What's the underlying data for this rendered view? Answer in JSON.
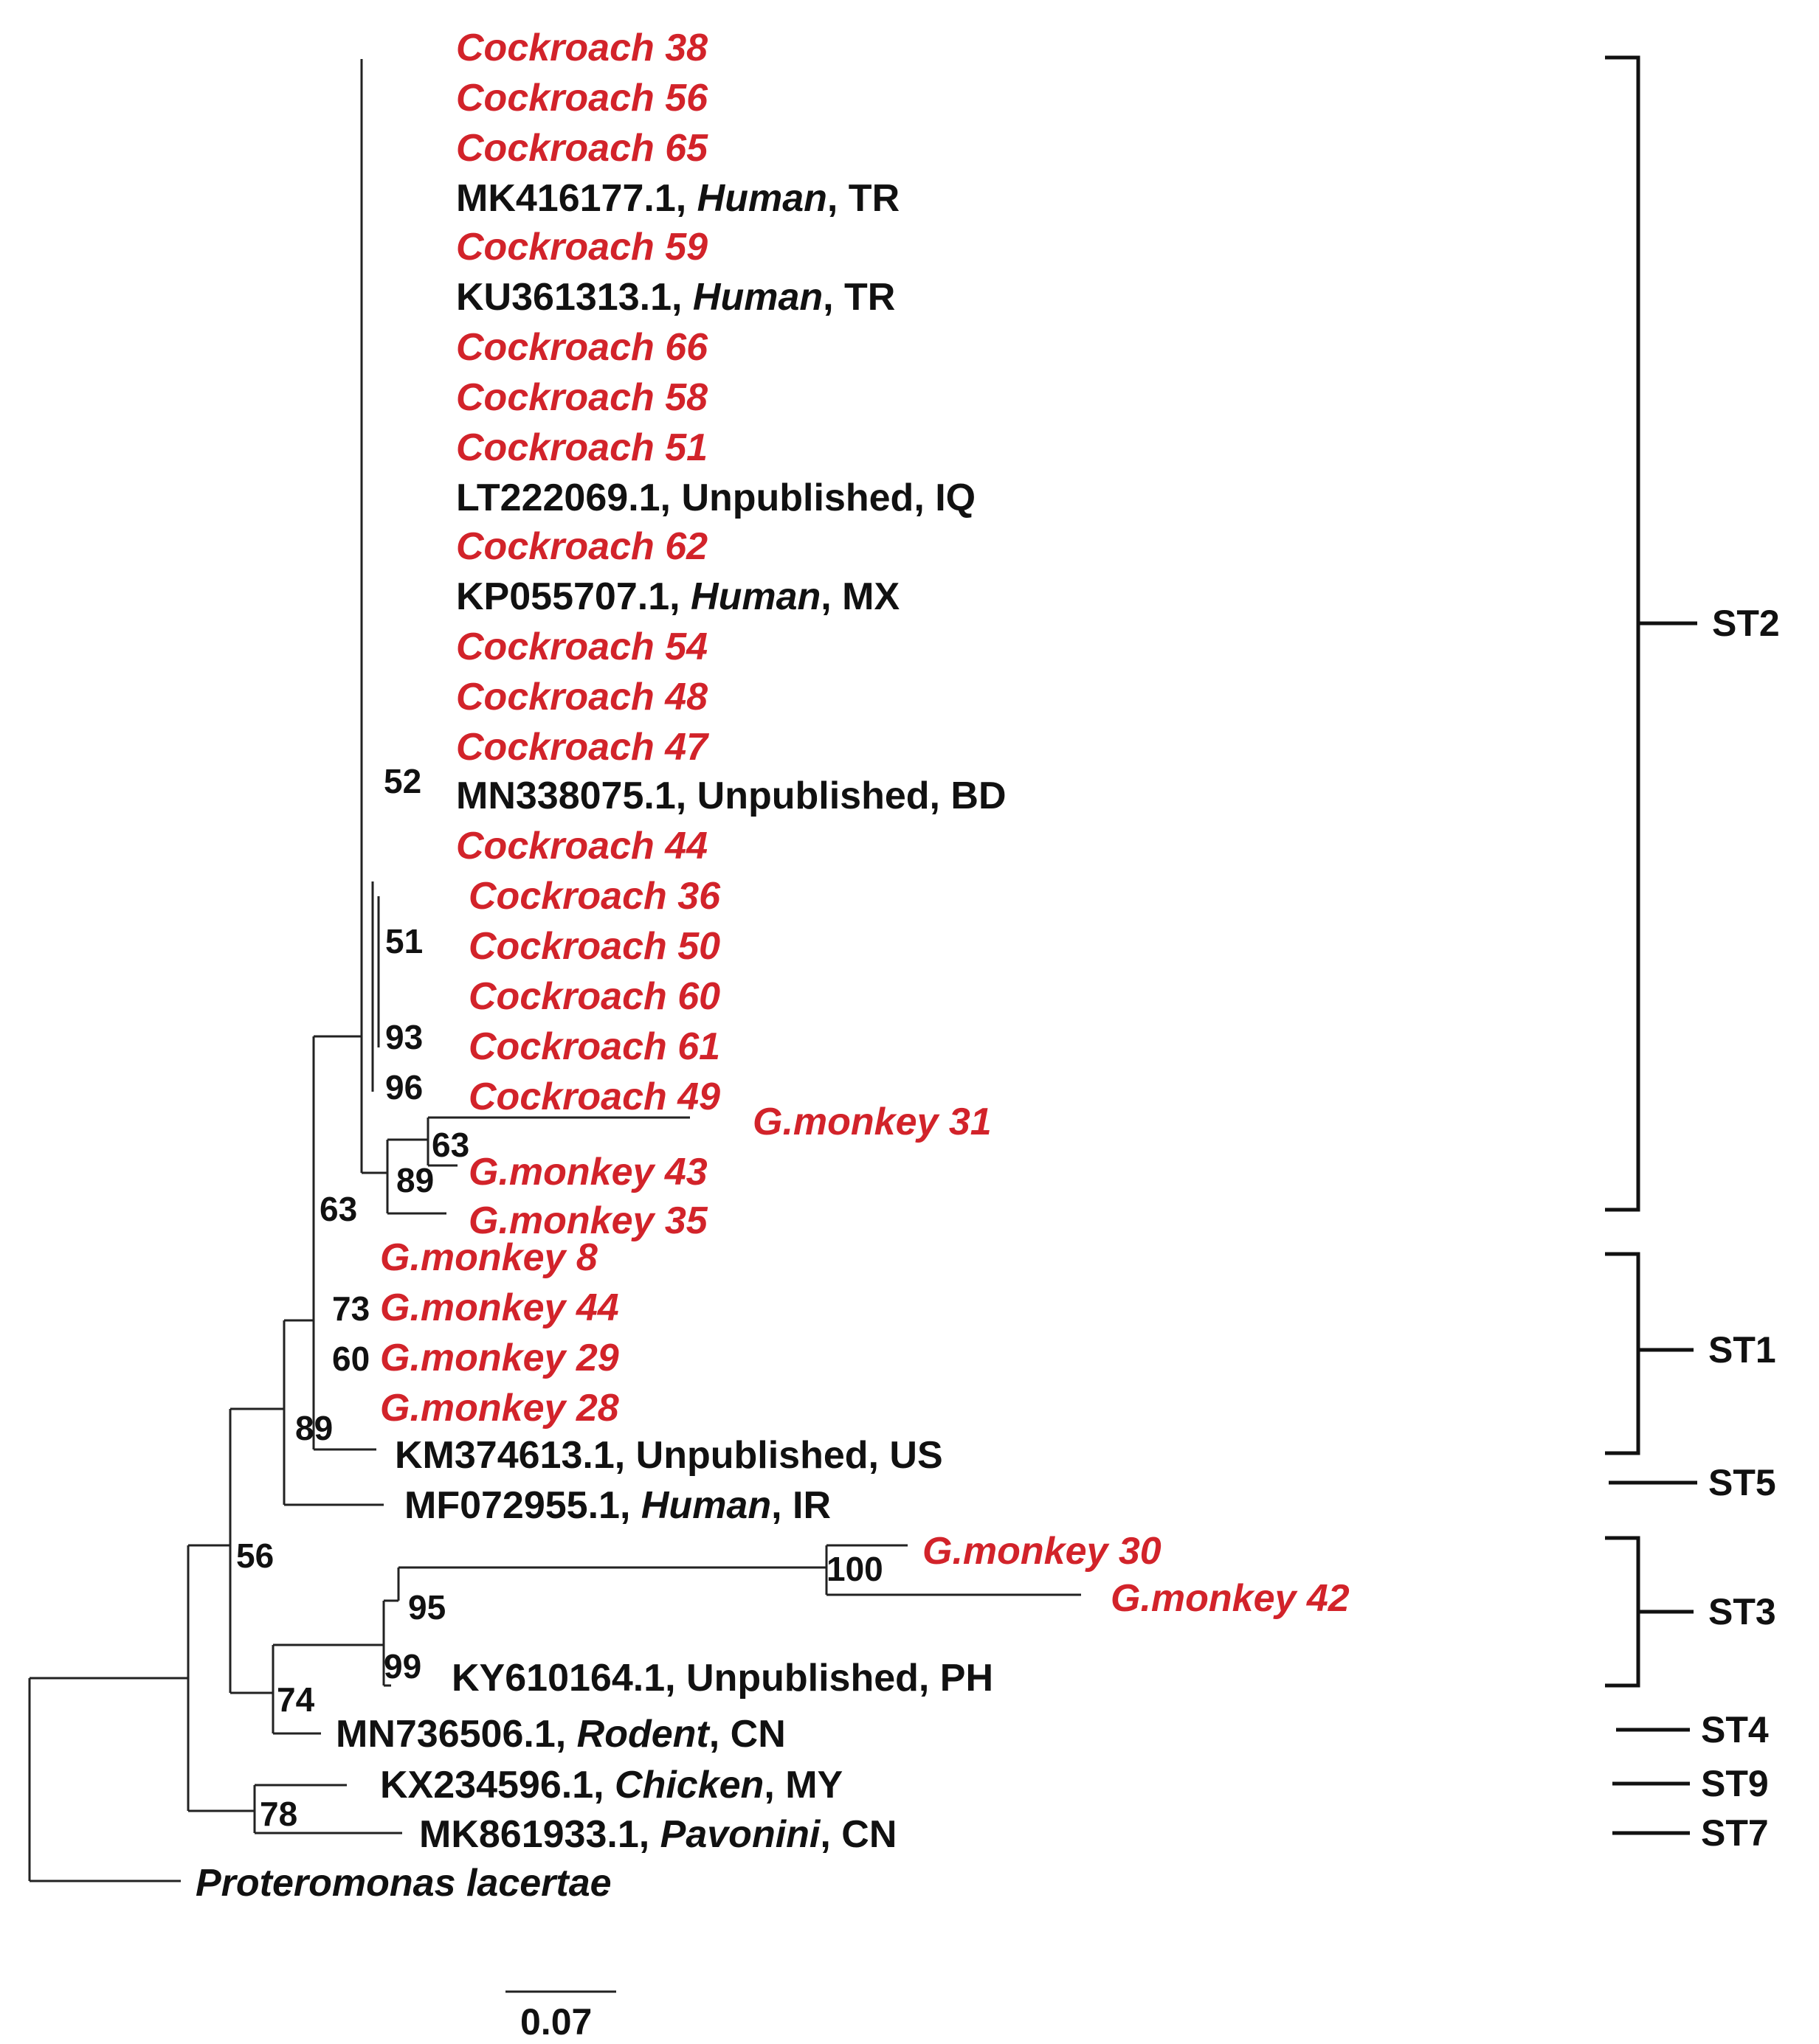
{
  "taxa": {
    "c38": {
      "text": "Cockroach 38",
      "group": "cockroach"
    },
    "c56": {
      "text": "Cockroach 56",
      "group": "cockroach"
    },
    "c65": {
      "text": "Cockroach 65",
      "group": "cockroach"
    },
    "mk416177": {
      "parts": [
        "MK416177.1, ",
        "Human",
        ", TR"
      ],
      "group": "reference"
    },
    "c59": {
      "text": "Cockroach 59",
      "group": "cockroach"
    },
    "ku361313": {
      "parts": [
        "KU361313.1, ",
        "Human",
        ", TR"
      ],
      "group": "reference"
    },
    "c66": {
      "text": "Cockroach 66",
      "group": "cockroach"
    },
    "c58": {
      "text": "Cockroach 58",
      "group": "cockroach"
    },
    "c51": {
      "text": "Cockroach 51",
      "group": "cockroach"
    },
    "lt222069": {
      "text": "LT222069.1, Unpublished, IQ",
      "group": "reference"
    },
    "c62": {
      "text": "Cockroach 62",
      "group": "cockroach"
    },
    "kp055707": {
      "parts": [
        "KP055707.1, ",
        "Human",
        ", MX"
      ],
      "group": "reference"
    },
    "c54": {
      "text": "Cockroach 54",
      "group": "cockroach"
    },
    "c48": {
      "text": "Cockroach 48",
      "group": "cockroach"
    },
    "c47": {
      "text": "Cockroach 47",
      "group": "cockroach"
    },
    "mn338075": {
      "text": "MN338075.1, Unpublished, BD",
      "group": "reference"
    },
    "c44": {
      "text": "Cockroach 44",
      "group": "cockroach"
    },
    "c36": {
      "text": "Cockroach 36",
      "group": "cockroach"
    },
    "c50": {
      "text": "Cockroach 50",
      "group": "cockroach"
    },
    "c60": {
      "text": "Cockroach 60",
      "group": "cockroach"
    },
    "c61": {
      "text": "Cockroach 61",
      "group": "cockroach"
    },
    "c49": {
      "text": "Cockroach 49",
      "group": "cockroach"
    },
    "gm31": {
      "text": "G.monkey 31",
      "group": "monkey"
    },
    "gm43": {
      "text": "G.monkey 43",
      "group": "monkey"
    },
    "gm35": {
      "text": "G.monkey 35",
      "group": "monkey"
    },
    "gm8": {
      "text": "G.monkey 8",
      "group": "monkey"
    },
    "gm44": {
      "text": "G.monkey 44",
      "group": "monkey"
    },
    "gm29": {
      "text": "G.monkey 29",
      "group": "monkey"
    },
    "gm28": {
      "text": "G.monkey 28",
      "group": "monkey"
    },
    "km374613": {
      "text": "KM374613.1, Unpublished, US",
      "group": "reference"
    },
    "mf072955": {
      "parts": [
        "MF072955.1, ",
        "Human",
        ", IR"
      ],
      "group": "reference"
    },
    "gm30": {
      "text": "G.monkey 30",
      "group": "monkey"
    },
    "gm42": {
      "text": "G.monkey 42",
      "group": "monkey"
    },
    "ky610164": {
      "text": "KY610164.1, Unpublished, PH",
      "group": "reference"
    },
    "mn736506": {
      "parts": [
        "MN736506.1, ",
        "Rodent",
        ", CN"
      ],
      "group": "reference"
    },
    "kx234596": {
      "parts": [
        "KX234596.1, ",
        "Chicken",
        ", MY"
      ],
      "group": "reference"
    },
    "mk861933": {
      "parts": [
        "MK861933.1, ",
        "Pavonini",
        ", CN"
      ],
      "group": "reference"
    },
    "proteromonas": {
      "text": "Proteromonas lacertae",
      "group": "outgroup"
    }
  },
  "bootstrap": {
    "b52": "52",
    "b51": "51",
    "b93": "93",
    "b96": "96",
    "b63a": "63",
    "b89a": "89",
    "b63b": "63",
    "b73": "73",
    "b60": "60",
    "b89b": "89",
    "b56": "56",
    "b100": "100",
    "b95": "95",
    "b99": "99",
    "b74": "74",
    "b78": "78"
  },
  "subtypes": {
    "st2": "ST2",
    "st1": "ST1",
    "st5": "ST5",
    "st3": "ST3",
    "st4": "ST4",
    "st9": "ST9",
    "st7": "ST7"
  },
  "scale_bar": {
    "value": "0.07"
  },
  "colors": {
    "cockroach_and_monkey": "#d2232a",
    "reference": "#111111"
  }
}
